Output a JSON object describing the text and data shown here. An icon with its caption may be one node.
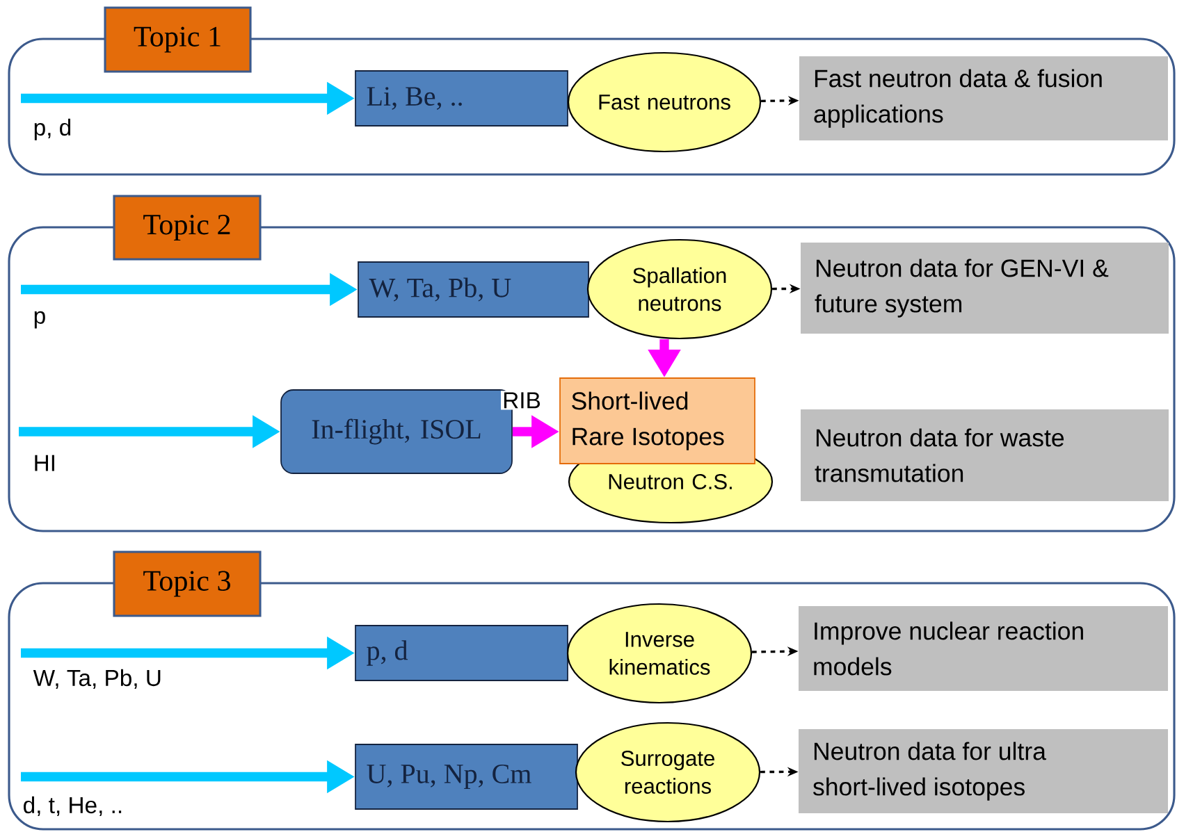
{
  "diagram": {
    "nodes": [
      {
        "text": [],
        "shape": "box"
      },
      {
        "text": [
          "Topic 1"
        ]
      },
      {
        "text": [
          "Li, Be, .."
        ],
        "in": 0
      },
      {
        "text": [
          "Fast neutrons"
        ],
        "in": 0
      },
      {
        "text": [
          "Fast neutron data & fusion applications"
        ],
        "in": 0
      },
      {
        "text": [],
        "shape": "box"
      },
      {
        "text": [
          "Topic 2"
        ]
      },
      {
        "text": [
          "W, Ta, Pb, U"
        ],
        "in": 5
      },
      {
        "text": [
          "Spallation neutrons"
        ],
        "in": 5
      },
      {
        "text": [
          "Neutron data for GEN-VI & future system"
        ],
        "in": 5
      },
      {
        "text": [
          "In-flight, ISOL"
        ],
        "in": 5
      },
      {
        "text": [
          "Neutron C.S."
        ],
        "in": 5
      },
      {
        "text": [
          "Short-lived Rare Isotopes"
        ],
        "in": 5
      },
      {
        "text": [
          "Neutron data for waste transmutation"
        ],
        "in": 5
      },
      {
        "text": [],
        "shape": "box"
      },
      {
        "text": [
          "Topic 3"
        ]
      },
      {
        "text": [
          "p, d"
        ],
        "in": 14
      },
      {
        "text": [
          "Inverse kinematics"
        ],
        "in": 14
      },
      {
        "text": [
          "Improve nuclear reaction models"
        ],
        "in": 14
      },
      {
        "text": [
          "U, Pu, Np, Cm"
        ],
        "in": 14
      },
      {
        "text": [
          "Surrogate reactions"
        ],
        "in": 14
      },
      {
        "text": [
          "Neutron data for ultra short-lived isotopes"
        ],
        "in": 14
      }
    ],
    "edges": [
      {
        "from": null,
        "to": 2,
        "arrow": "to",
        "label": "p, d",
        "color": "#00c8ff"
      },
      {
        "from": 3,
        "to": 4,
        "arrow": "to",
        "style": "dashed",
        "color": "#000000"
      },
      {
        "from": null,
        "to": 7,
        "arrow": "to",
        "label": "p",
        "color": "#00c8ff"
      },
      {
        "from": 8,
        "to": 9,
        "arrow": "to",
        "style": "dashed",
        "color": "#000000"
      },
      {
        "from": null,
        "to": 10,
        "arrow": "to",
        "label": "HI",
        "color": "#00c8ff"
      },
      {
        "from": 8,
        "to": 12,
        "arrow": "to",
        "color": "#ff00ff"
      },
      {
        "from": 10,
        "to": 12,
        "arrow": "to",
        "label": "RIB",
        "color": "#ff00ff"
      },
      {
        "from": null,
        "to": 16,
        "arrow": "to",
        "label": "W, Ta, Pb, U",
        "color": "#00c8ff"
      },
      {
        "from": 17,
        "to": 18,
        "arrow": "to",
        "style": "dashed",
        "color": "#000000"
      },
      {
        "from": null,
        "to": 19,
        "arrow": "to",
        "label": "d, t, He, ..",
        "color": "#00c8ff"
      },
      {
        "from": 20,
        "to": 21,
        "arrow": "to",
        "style": "dashed",
        "color": "#000000"
      }
    ]
  }
}
